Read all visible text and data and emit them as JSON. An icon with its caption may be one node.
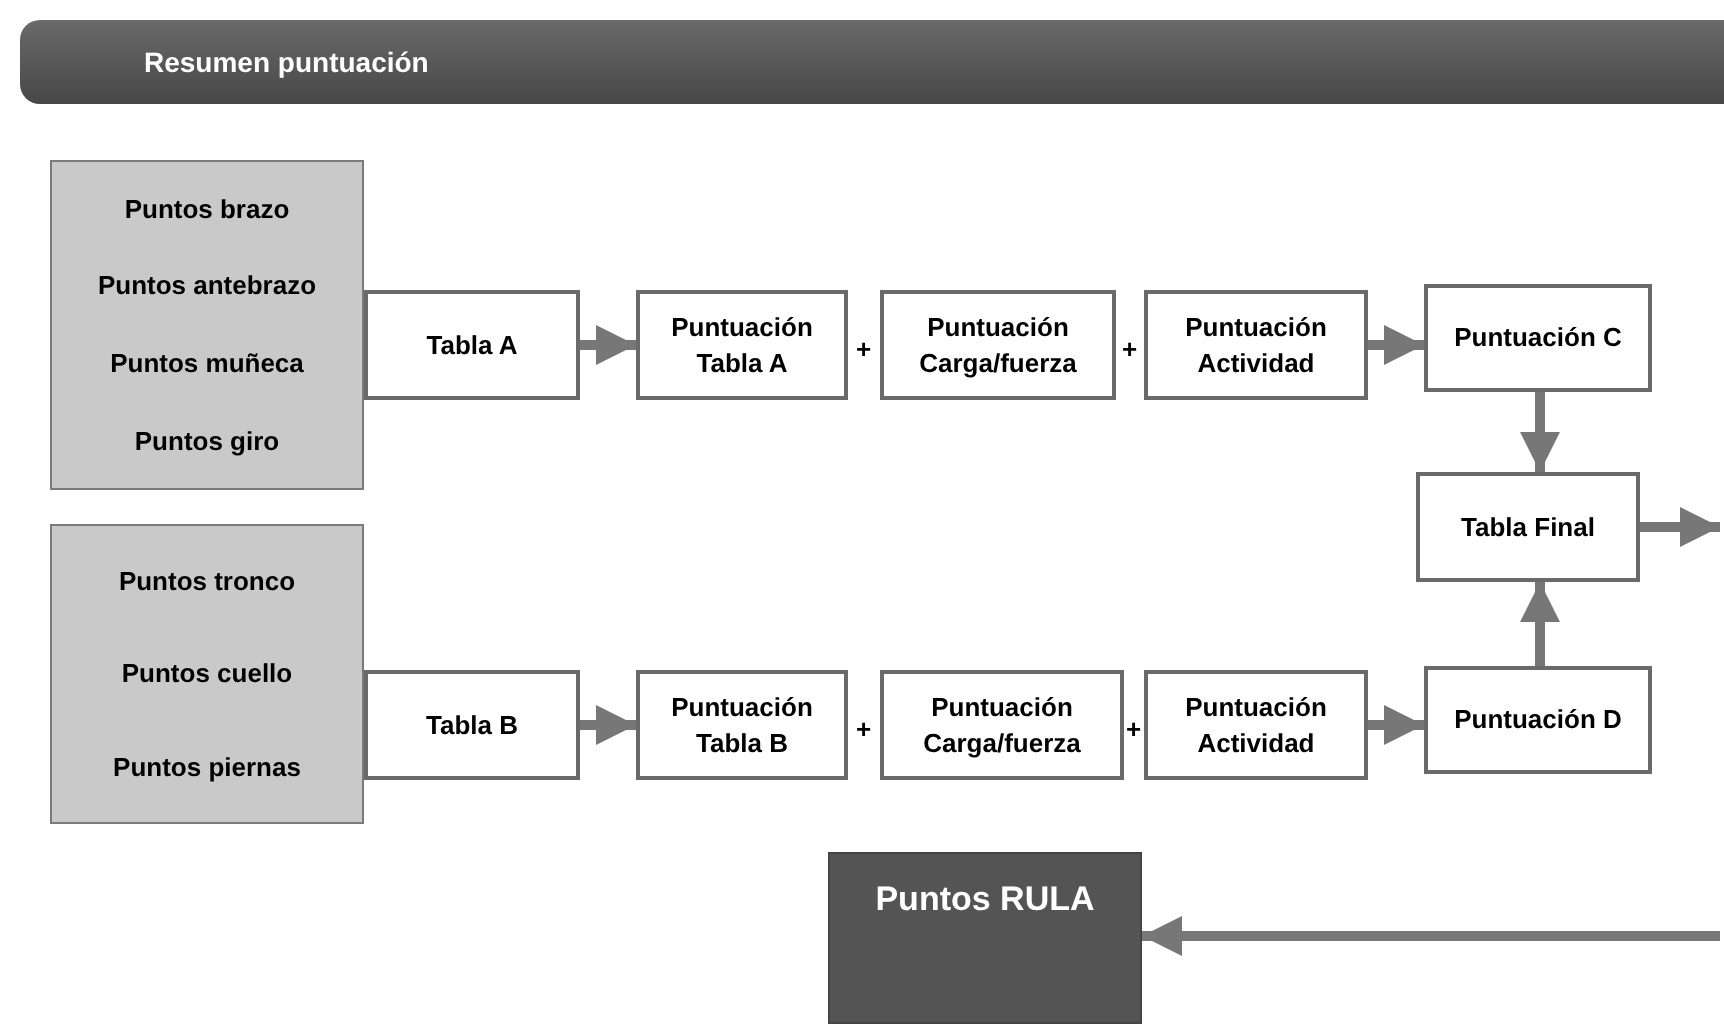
{
  "diagram": {
    "title": "Resumen puntuación",
    "nodes": [
      {
        "text": [
          "Puntos brazo",
          "Puntos antebrazo",
          "Puntos muñeca",
          "Puntos giro"
        ]
      },
      {
        "text": [
          "Tabla A"
        ]
      },
      {
        "text": [
          "Puntuación Tabla A"
        ]
      },
      {
        "text": [
          "Puntuación Carga/fuerza"
        ]
      },
      {
        "text": [
          "Puntuación Actividad"
        ]
      },
      {
        "text": [
          "Puntuación C"
        ]
      },
      {
        "text": [
          "Tabla Final"
        ]
      },
      {
        "text": [
          "Puntos tronco",
          "Puntos cuello",
          "Puntos piernas"
        ]
      },
      {
        "text": [
          "Tabla B"
        ]
      },
      {
        "text": [
          "Puntuación Tabla B"
        ]
      },
      {
        "text": [
          "Puntuación Carga/fuerza"
        ]
      },
      {
        "text": [
          "Puntuación Actividad"
        ]
      },
      {
        "text": [
          "Puntuación D"
        ]
      },
      {
        "text": [
          "Puntos RULA"
        ]
      }
    ],
    "edges": [
      {
        "from": 1,
        "to": 2,
        "arrow": "to"
      },
      {
        "from": 4,
        "to": 5,
        "arrow": "to"
      },
      {
        "from": 5,
        "to": 6,
        "arrow": "to"
      },
      {
        "from": 8,
        "to": 9,
        "arrow": "to"
      },
      {
        "from": 11,
        "to": 12,
        "arrow": "to"
      },
      {
        "from": 12,
        "to": 6,
        "arrow": "to"
      },
      {
        "from": 6,
        "to": null,
        "arrow": "to"
      },
      {
        "from": null,
        "to": 13,
        "arrow": "to"
      }
    ],
    "labels": [
      "+",
      "+",
      "+",
      "+"
    ]
  }
}
